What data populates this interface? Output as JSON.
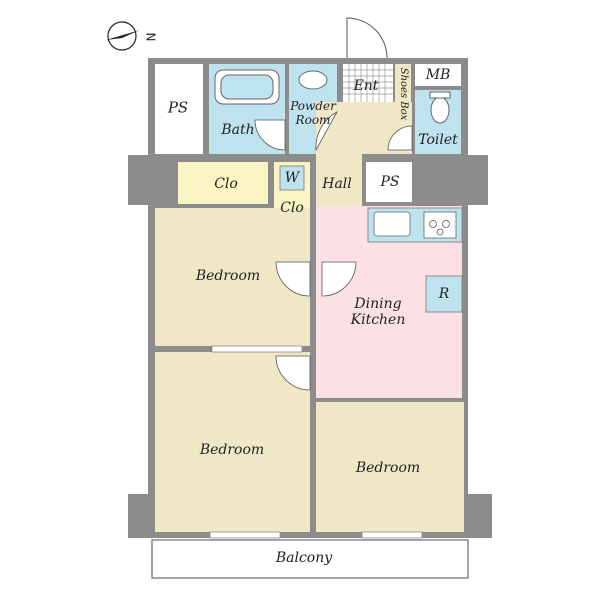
{
  "compass": {
    "label": "N"
  },
  "rooms": {
    "ps_left": "PS",
    "bath": "Bath",
    "powder_room": "Powder\nRoom",
    "ent": "Ent",
    "shoes_box": "Shoes Box",
    "mb": "MB",
    "toilet": "Toilet",
    "clo_top": "Clo",
    "w": "W",
    "clo_small": "Clo",
    "hall": "Hall",
    "ps_right": "PS",
    "bedroom_1": "Bedroom",
    "dining_kitchen": "Dining\nKitchen",
    "refrigerator": "R",
    "bedroom_2": "Bedroom",
    "bedroom_3": "Bedroom",
    "balcony": "Balcony"
  },
  "colors": {
    "wall": "#8c8c8c",
    "bedroom": "#efe7c6",
    "wet_area": "#bfe3ee",
    "closet": "#fbf5c4",
    "kitchen": "#fbe0e4",
    "white": "#ffffff"
  }
}
